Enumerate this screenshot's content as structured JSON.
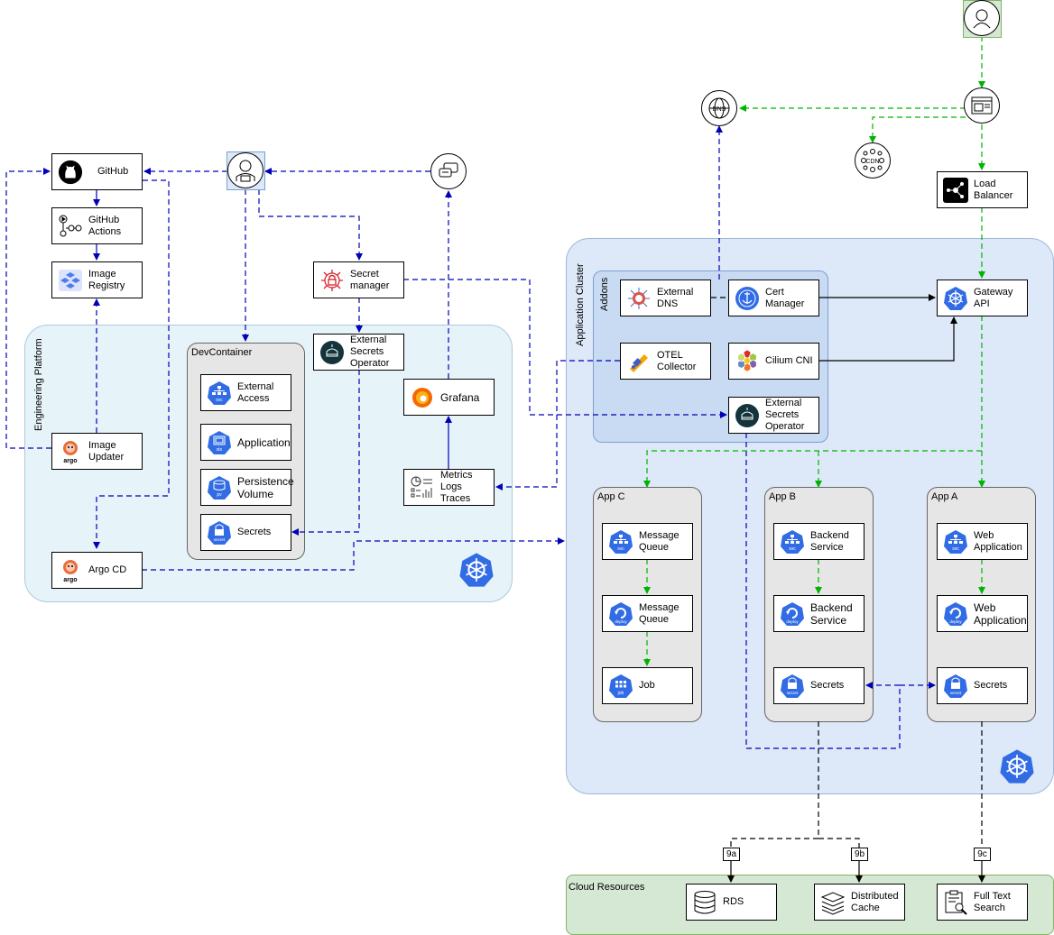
{
  "colors": {
    "blue_arrow": "#0000b8",
    "green_arrow": "#00b400",
    "black_arrow": "#000000",
    "k8s": "#326ce5"
  },
  "regions": {
    "engineering_platform": "Engineering Platform",
    "application_cluster": "Application Cluster",
    "addons": "Addons",
    "cloud_resources": "Cloud Resources"
  },
  "panels": {
    "devcontainer": "DevContainer",
    "app_c": "App C",
    "app_b": "App B",
    "app_a": "App A"
  },
  "nodes": {
    "github": "GitHub",
    "github_actions": "GitHub\nActions",
    "image_registry": "Image\nRegistry",
    "secret_manager": "Secret\nmanager",
    "eso_eng": "External\nSecrets\nOperator",
    "grafana": "Grafana",
    "metrics": "Metrics\nLogs\nTraces",
    "external_access": "External\nAccess",
    "application": "Application",
    "persistence_volume": "Persistence\nVolume",
    "dev_secrets": "Secrets",
    "image_updater": "Image\nUpdater",
    "argo_cd": "Argo CD",
    "external_dns": "External\nDNS",
    "cert_manager": "Cert\nManager",
    "otel_collector": "OTEL\nCollector",
    "cilium_cni": "Cilium CNI",
    "eso_app": "External\nSecrets\nOperator",
    "gateway_api": "Gateway\nAPI",
    "load_balancer": "Load\nBalancer",
    "c_mq_svc": "Message\nQueue",
    "c_mq_deploy": "Message\nQueue",
    "c_job": "Job",
    "b_backend_svc": "Backend\nService",
    "b_backend_deploy": "Backend\nService",
    "b_secrets": "Secrets",
    "a_web_svc": "Web\nApplication",
    "a_web_deploy": "Web\nApplication",
    "a_secrets": "Secrets",
    "rds": "RDS",
    "distributed_cache": "Distributed\nCache",
    "full_text_search": "Full Text\nSearch"
  },
  "tags": {
    "t9a": "9a",
    "t9b": "9b",
    "t9c": "9c"
  },
  "k8s_badges": {
    "svc": "svc",
    "sts": "sts",
    "pv": "pv",
    "secret": "secret",
    "deploy": "deploy",
    "job": "job"
  },
  "logo_text": {
    "argo": "argo",
    "dns": "DNS",
    "cdn": "CDN"
  }
}
